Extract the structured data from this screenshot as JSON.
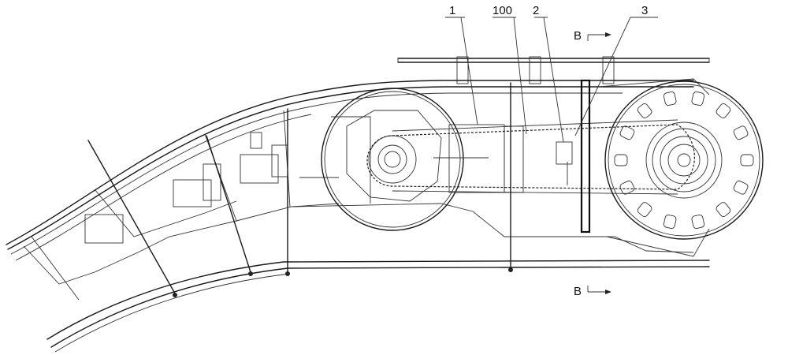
{
  "labels": {
    "part_1": "1",
    "part_100": "100",
    "part_2": "2",
    "part_3": "3",
    "section_top": "B",
    "section_bottom": "B"
  },
  "colors": {
    "line": "#1a1a1a",
    "background": "#ffffff"
  }
}
